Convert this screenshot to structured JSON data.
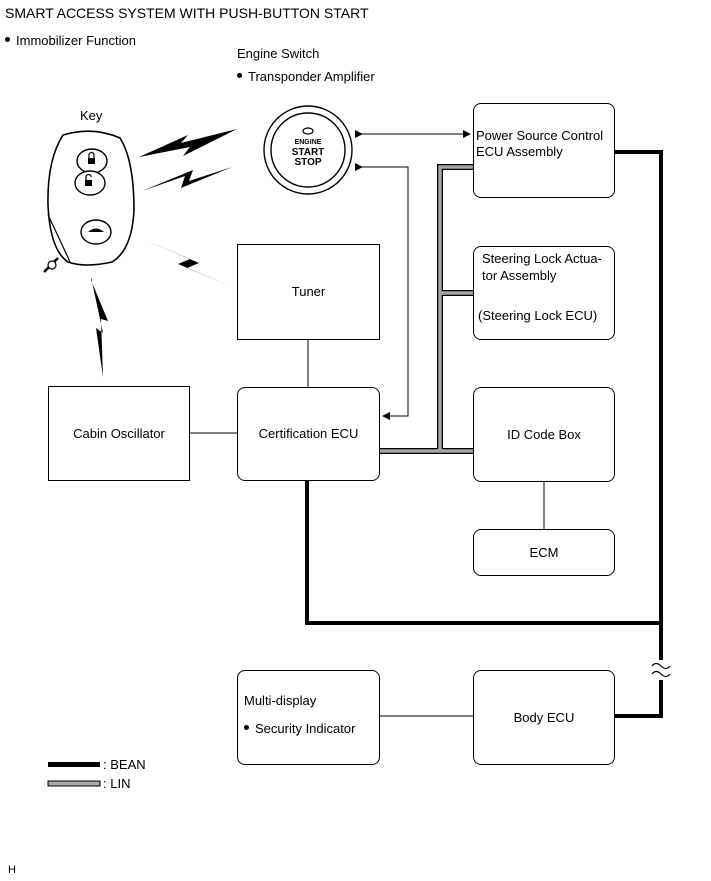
{
  "title": "SMART ACCESS SYSTEM WITH PUSH-BUTTON START",
  "function_label": "Immobilizer Function",
  "engine_switch": {
    "label": "Engine Switch",
    "sub_label": "Transponder Amplifier",
    "button_line1": "ENGINE",
    "button_line2": "START",
    "button_line3": "STOP"
  },
  "key_label": "Key",
  "boxes": {
    "power_source": "Power Source Control ECU Assembly",
    "steering_lock_1": "Steering Lock Actua-",
    "steering_lock_2": "tor Assembly",
    "steering_lock_3": "(Steering Lock ECU)",
    "tuner": "Tuner",
    "cabin_oscillator": "Cabin Oscillator",
    "certification_ecu": "Certification ECU",
    "id_code_box": "ID Code Box",
    "ecm": "ECM",
    "multi_display": "Multi-display",
    "security_indicator": "Security Indicator",
    "body_ecu": "Body ECU"
  },
  "legend": {
    "bean": ": BEAN",
    "lin": ": LIN"
  },
  "footer_code": "H",
  "colors": {
    "bean": "#000000",
    "lin": "#a6a6a6"
  }
}
